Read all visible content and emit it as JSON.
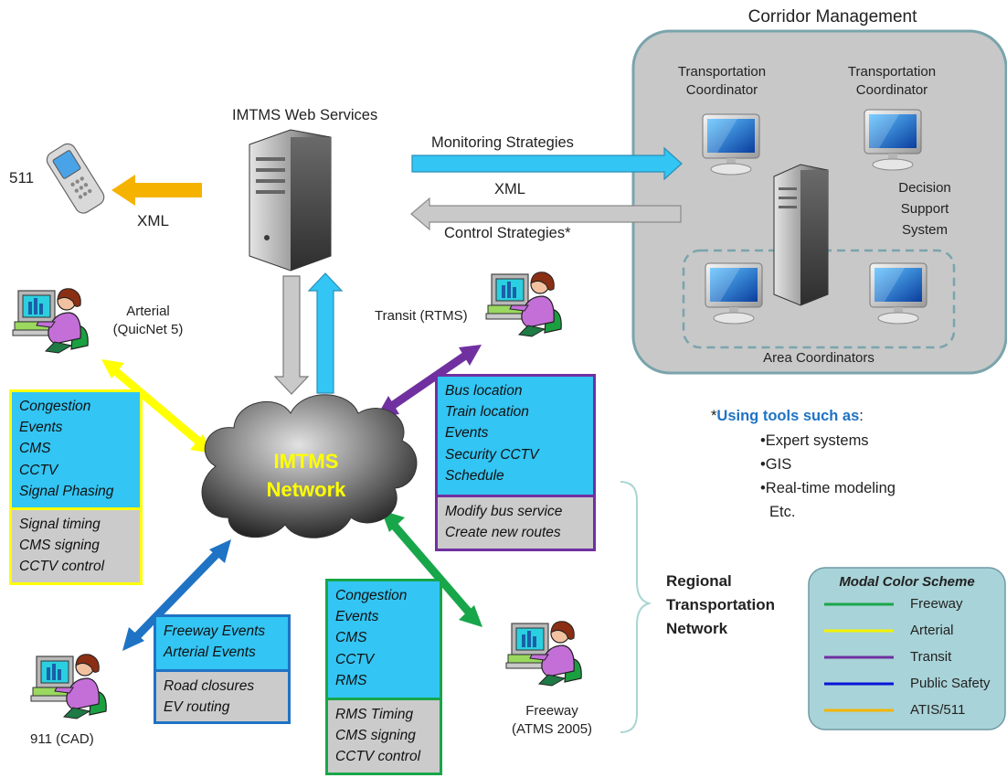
{
  "corridor": {
    "title": "Corridor Management",
    "tc_left": [
      "Transportation",
      "Coordinator"
    ],
    "tc_right": [
      "Transportation",
      "Coordinator"
    ],
    "dss": [
      "Decision",
      "Support",
      "System"
    ],
    "area": "Area Coordinators"
  },
  "web_services": "IMTMS Web Services",
  "arrows": {
    "monitoring": "Monitoring Strategies",
    "xml_return": "XML",
    "control": "Control Strategies*",
    "xml_511": "XML"
  },
  "phone_label": "511",
  "network": {
    "line1": "IMTMS",
    "line2": "Network"
  },
  "arterial": {
    "label_1": "Arterial",
    "label_2": "(QuicNet 5)",
    "data": [
      "Congestion",
      "Events",
      "CMS",
      "CCTV",
      "Signal Phasing"
    ],
    "control": [
      "Signal timing",
      "CMS signing",
      "CCTV control"
    ]
  },
  "transit": {
    "label": "Transit  (RTMS)",
    "data": [
      "Bus location",
      "Train location",
      "Events",
      "Security CCTV",
      "Schedule"
    ],
    "control": [
      "Modify bus service",
      "Create new routes"
    ]
  },
  "safety": {
    "label": "911 (CAD)",
    "data": [
      "Freeway Events",
      "Arterial Events"
    ],
    "control": [
      "Road closures",
      "EV routing"
    ]
  },
  "freeway": {
    "label_1": "Freeway",
    "label_2": "(ATMS 2005)",
    "data": [
      "Congestion",
      "Events",
      "CMS",
      "CCTV",
      "RMS"
    ],
    "control": [
      "RMS Timing",
      "CMS signing",
      "CCTV control"
    ]
  },
  "tools": {
    "star": "*",
    "heading": "Using tools such as",
    "colon": ":",
    "items": [
      "Expert systems",
      "GIS",
      "Real-time modeling",
      "Etc."
    ]
  },
  "regional": [
    "Regional",
    "Transportation",
    "Network"
  ],
  "legend": {
    "title": "Modal Color Scheme",
    "items": [
      {
        "label": "Freeway",
        "color": "#1aa64b"
      },
      {
        "label": "Arterial",
        "color": "#f2f200"
      },
      {
        "label": "Transit",
        "color": "#7030a0"
      },
      {
        "label": "Public Safety",
        "color": "#0a14d6"
      },
      {
        "label": "ATIS/511",
        "color": "#f4b400"
      }
    ]
  },
  "colors": {
    "cyan": "#33c5f3",
    "grey_box": "#cbcbcb",
    "yellow": "#ffff00",
    "purple": "#7030a0",
    "blue": "#1f73c4",
    "green": "#18a64a",
    "orange": "#f5b300",
    "panel": "#c7c7c7",
    "panel_border": "#7aa0a8",
    "legend_bg": "#a8d3d8"
  }
}
